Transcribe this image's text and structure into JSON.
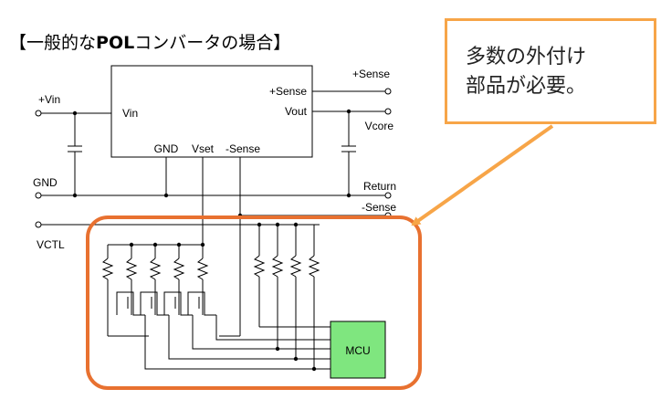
{
  "title": {
    "open_bracket": "【",
    "prefix": "一般的な",
    "bold": "POL",
    "suffix": "コンバータの場合",
    "close_bracket": "】"
  },
  "callout": {
    "line1": "多数の外付け",
    "line2": "部品が必要。"
  },
  "converter": {
    "pin_vin": "Vin",
    "pin_plus_sense": "+Sense",
    "pin_vout": "Vout",
    "pin_gnd": "GND",
    "pin_vset": "Vset",
    "pin_minus_sense": "-Sense"
  },
  "terminals": {
    "plus_vin": "+Vin",
    "gnd": "GND",
    "vctl": "VCTL",
    "plus_sense": "+Sense",
    "vcore": "Vcore",
    "return": "Return",
    "minus_sense": "-Sense"
  },
  "mcu_label": "MCU",
  "colors": {
    "highlight_box": "#E87130",
    "callout_border": "#F7A548",
    "arrow": "#F7A548",
    "mcu_fill": "#7FE67F",
    "wire": "#000000"
  }
}
